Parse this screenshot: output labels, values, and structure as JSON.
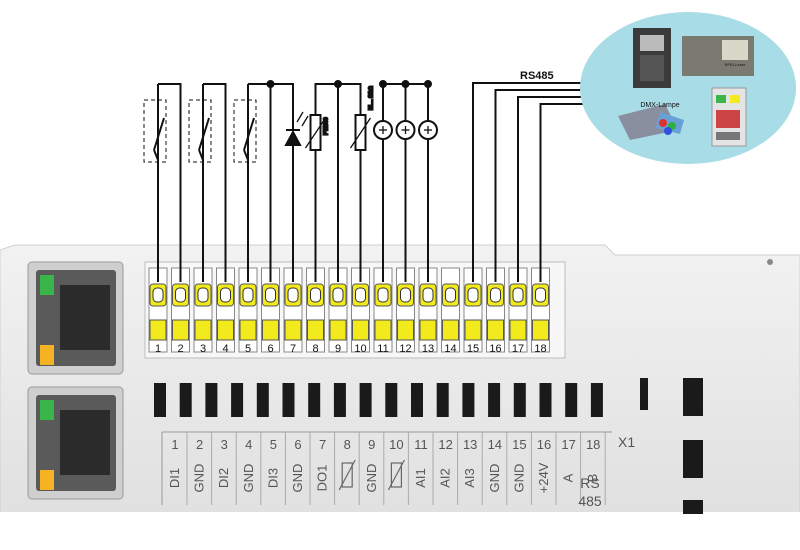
{
  "bus_label": "RS485",
  "photos": {
    "dmx_caption": "DMX-Lampe",
    "reader_caption": "RFID-Leser"
  },
  "sensor_labels": [
    "PT1000",
    "NL... 10kΩ"
  ],
  "terminal_numbers": [
    "1",
    "2",
    "3",
    "4",
    "5",
    "6",
    "7",
    "8",
    "9",
    "10",
    "11",
    "12",
    "13",
    "14",
    "15",
    "16",
    "17",
    "18"
  ],
  "housing_label": {
    "numbers": [
      "1",
      "2",
      "3",
      "4",
      "5",
      "6",
      "7",
      "8",
      "9",
      "10",
      "11",
      "12",
      "13",
      "14",
      "15",
      "16",
      "17",
      "18"
    ],
    "names": [
      "DI1",
      "GND",
      "DI2",
      "GND",
      "DI3",
      "GND",
      "DO1",
      "",
      "GND",
      "",
      "AI1",
      "AI2",
      "AI3",
      "GND",
      "GND",
      "+24V",
      "A",
      "B"
    ],
    "rs_label": "RS\n485",
    "connector_name": "X1"
  },
  "colors": {
    "terminal_yellow": "#f2ea1c",
    "housing_grey": "#e6e6e6",
    "cloud_blue": "#a8dce6",
    "led_green": "#39b54a",
    "led_amber": "#f5b324"
  }
}
